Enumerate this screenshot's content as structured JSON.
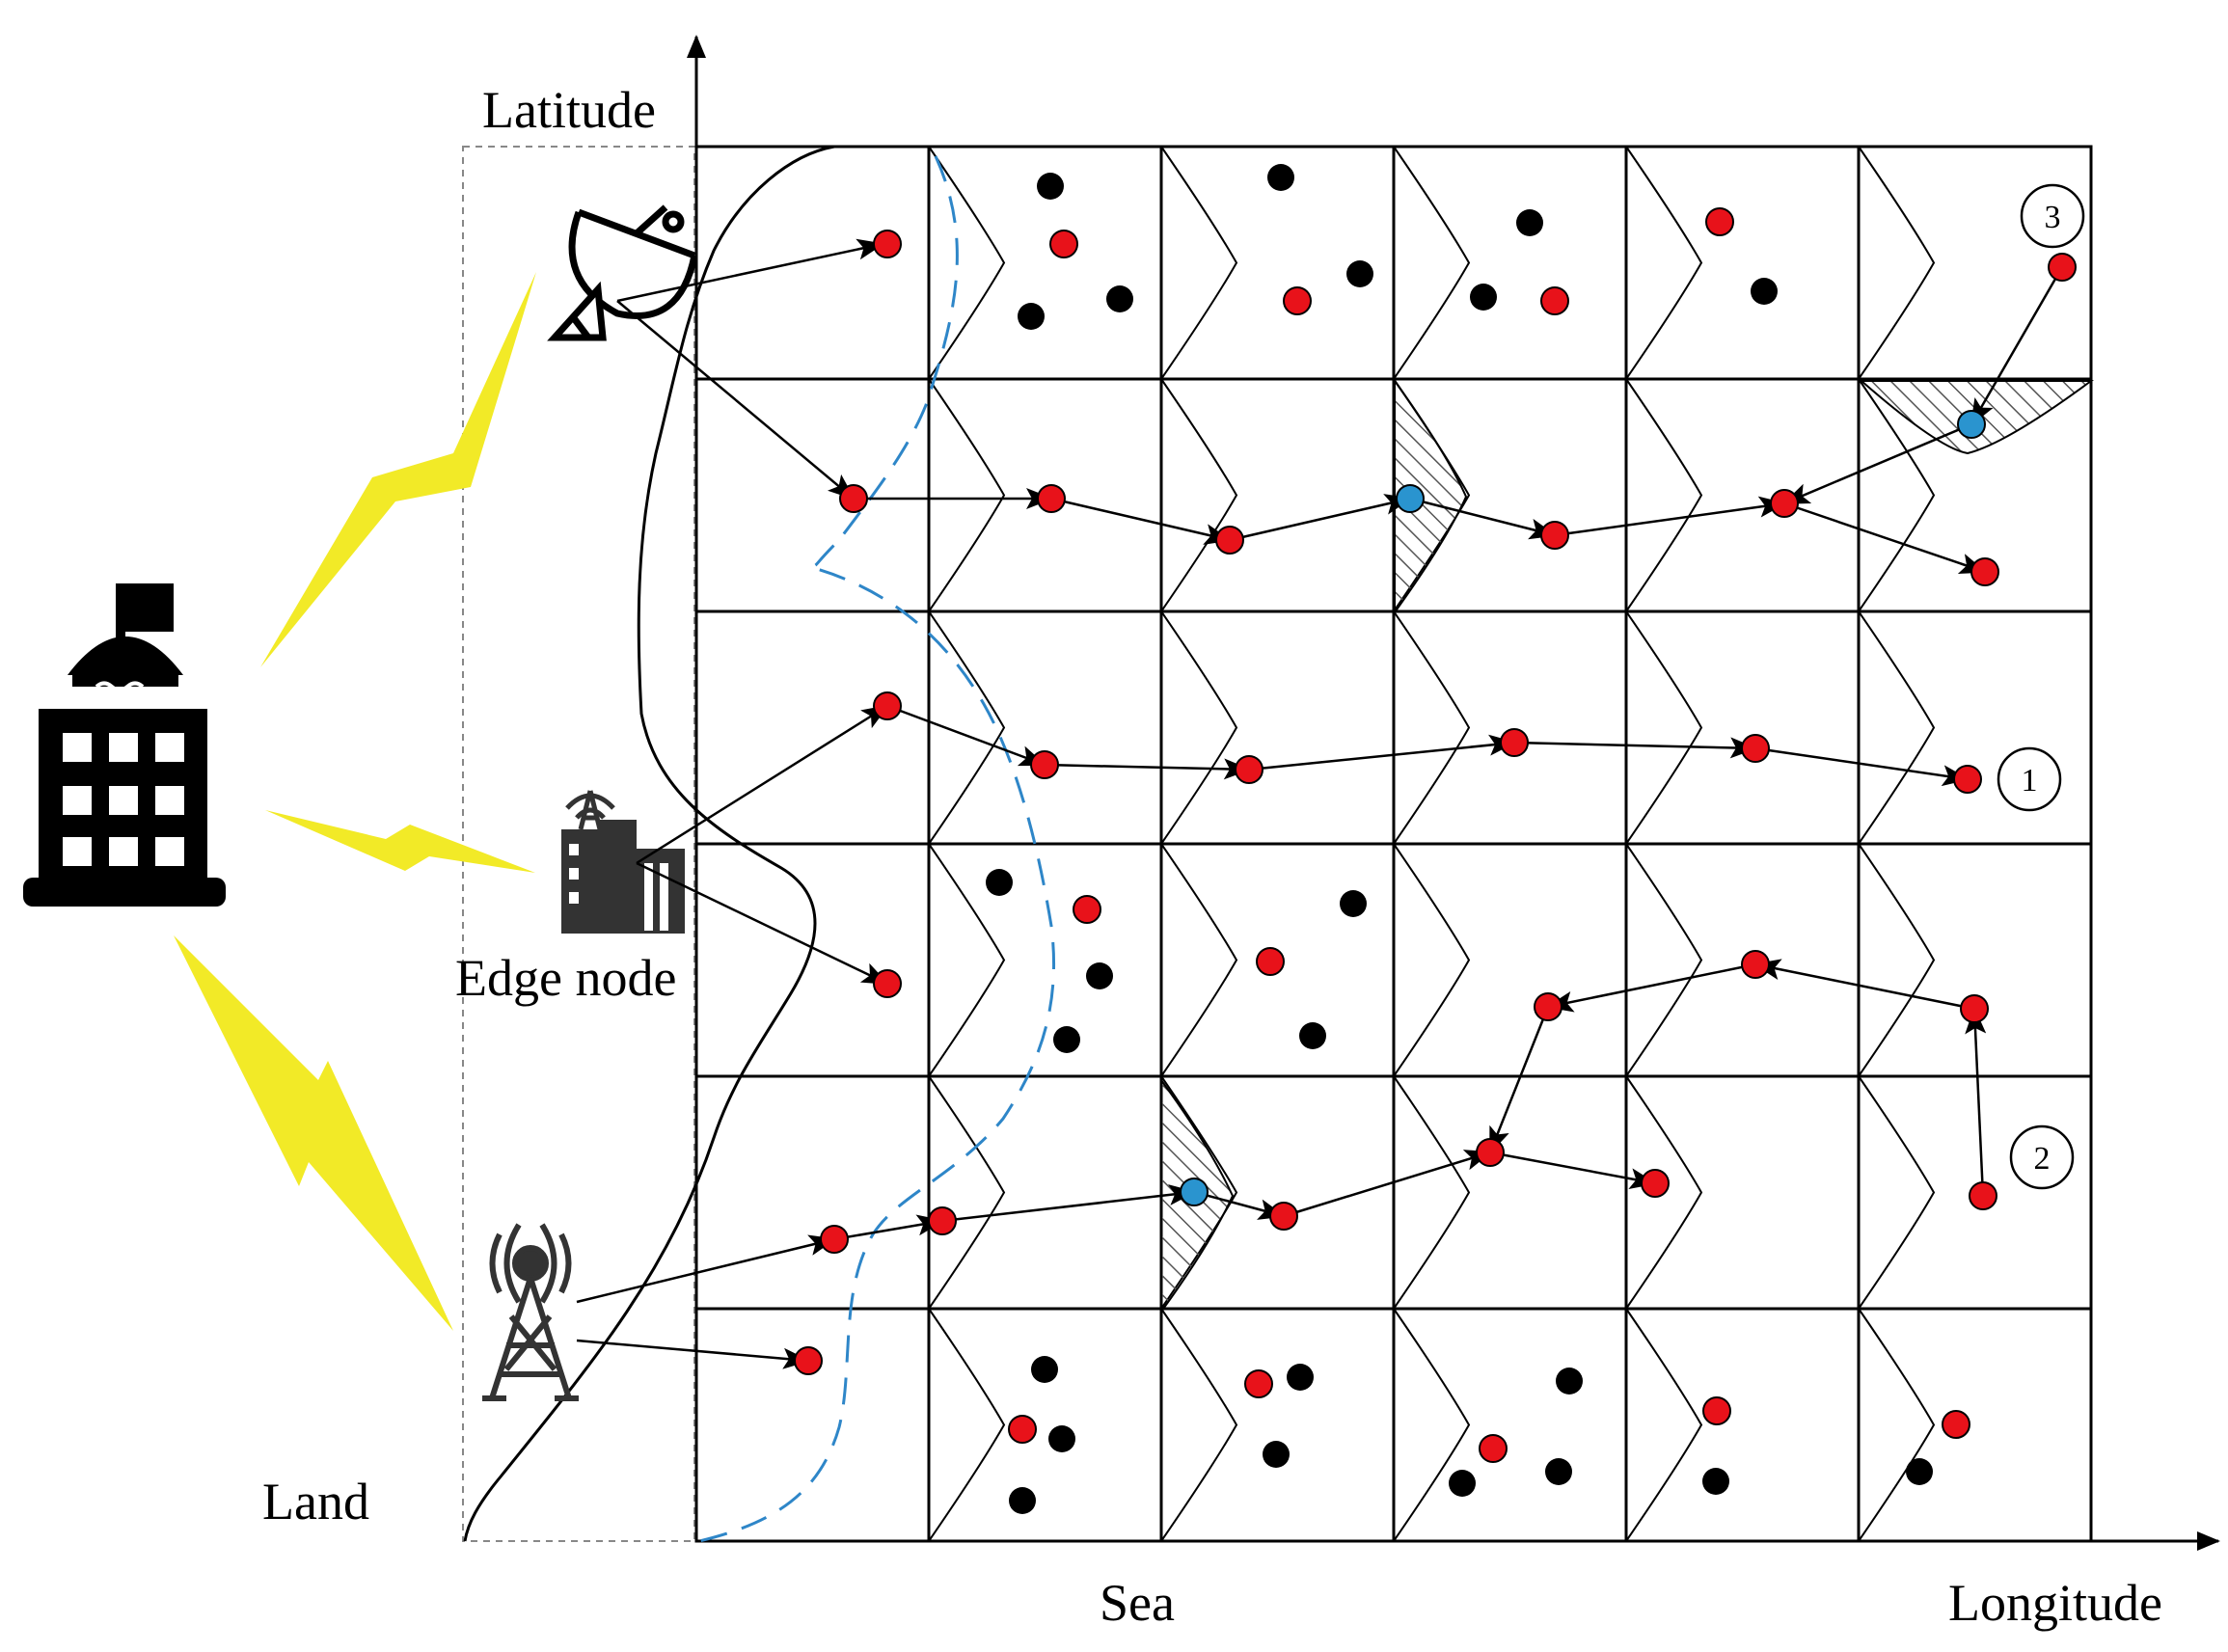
{
  "labels": {
    "latitude": "Latitude",
    "longitude": "Longitude",
    "sea": "Sea",
    "land": "Land",
    "edge_node": "Edge node"
  },
  "route_markers": [
    "1",
    "2",
    "3"
  ],
  "icons": {
    "control_center": "building-flag-icon",
    "satellite": "satellite-dish-icon",
    "edge_node": "edge-node-buildings-icon",
    "tower": "radio-tower-icon",
    "link": "lightning-bolt-icon"
  },
  "grid": {
    "rows": 6,
    "cols": 6
  },
  "colors": {
    "red_node": "#e8121a",
    "black_node": "#000000",
    "blue_node": "#2a94cf",
    "link_bolt": "#f2ea27",
    "dashed_boundary": "#2e86c8",
    "icon": "#333333"
  }
}
